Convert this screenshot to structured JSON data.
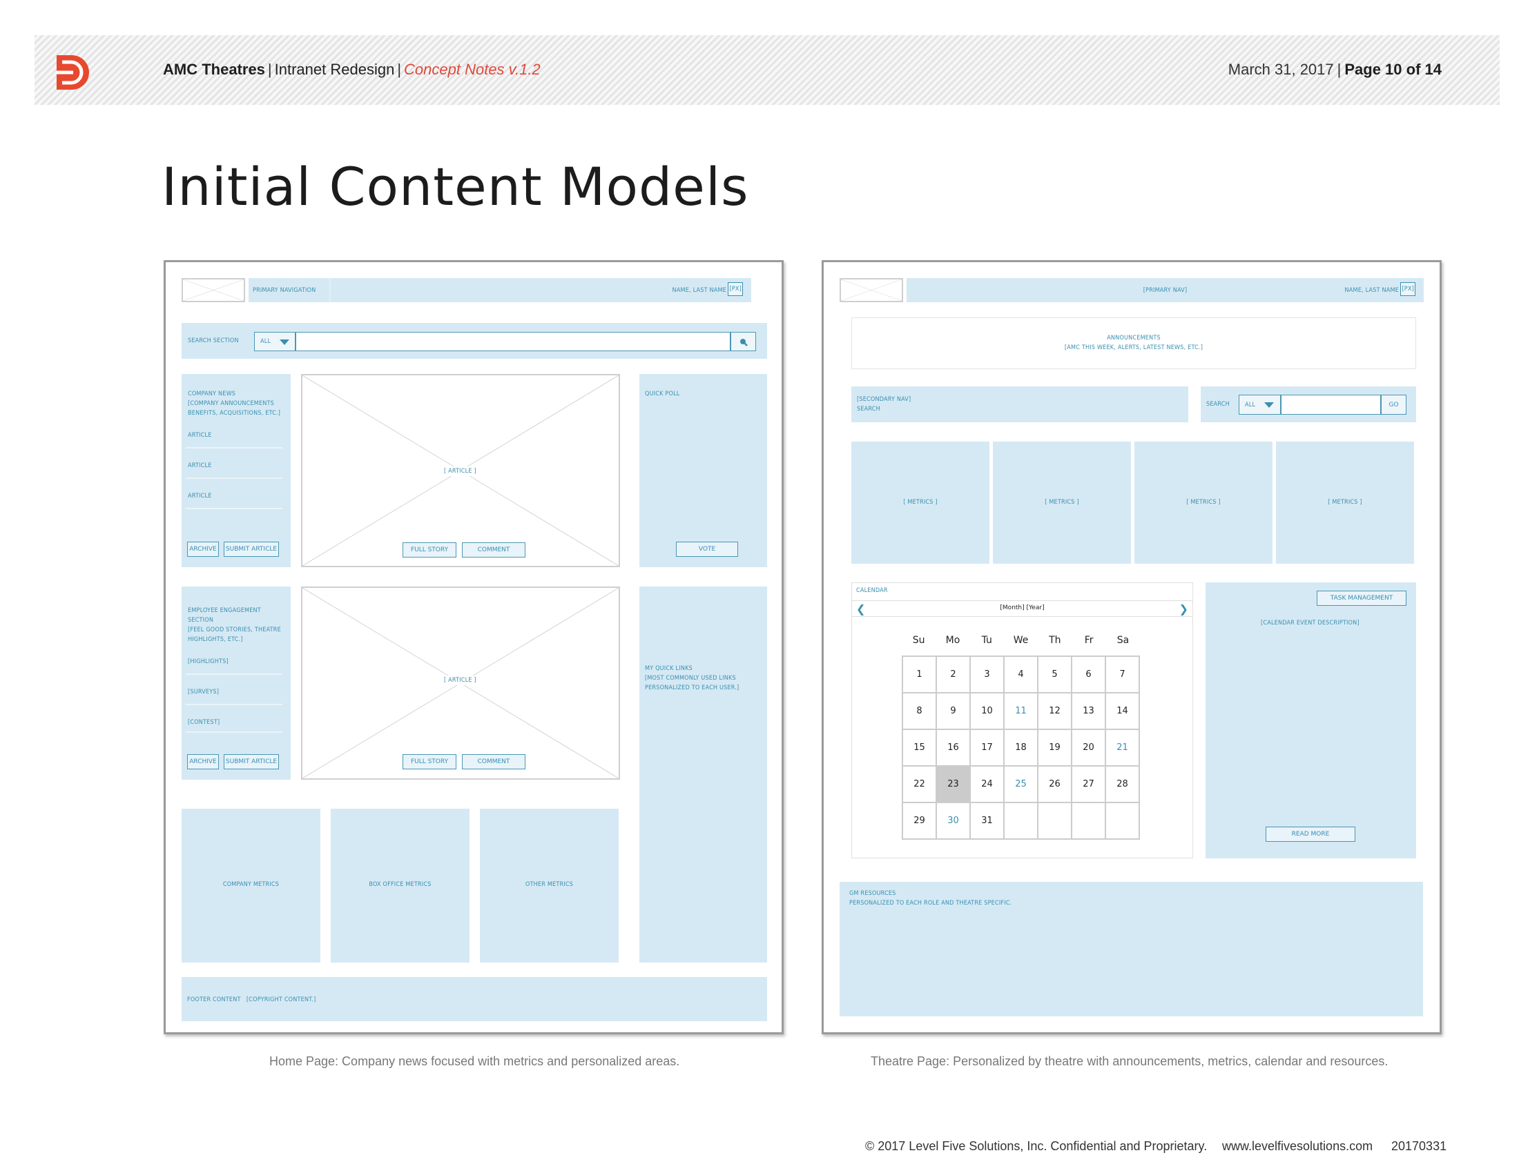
{
  "header": {
    "company": "AMC Theatres",
    "project": "Intranet Redesign",
    "doc": "Concept Notes v.1.2",
    "date": "March 31, 2017",
    "page": "Page 10 of 14",
    "logo_icon": "level-five-logo-icon",
    "brand_color": "#e8482f"
  },
  "title": "Initial Content Models",
  "home": {
    "caption": "Home Page: Company news focused with metrics and personalized areas.",
    "nav": {
      "label": "PRIMARY NAVIGATION",
      "user": "NAME, LAST NAME",
      "avatar": "[PX]"
    },
    "search": {
      "label": "SEARCH SECTION",
      "select": "ALL",
      "value": ""
    },
    "news": {
      "title": "COMPANY NEWS",
      "desc": "[COMPANY ANNOUNCEMENTS BENEFITS, ACQUISITIONS, ETC.]",
      "items": [
        "ARTICLE",
        "ARTICLE",
        "ARTICLE"
      ],
      "archive": "ARCHIVE",
      "submit": "SUBMIT ARTICLE"
    },
    "article1": {
      "label": "[ ARTICLE ]",
      "full": "FULL STORY",
      "comment": "COMMENT"
    },
    "poll": {
      "title": "QUICK POLL",
      "vote": "VOTE"
    },
    "engagement": {
      "title": "EMPLOYEE ENGAGEMENT SECTION",
      "desc": "[FEEL GOOD STORIES, THEATRE HIGHLIGHTS, ETC.]",
      "items": [
        "[HIGHLIGHTS]",
        "[SURVEYS]",
        "[CONTEST]"
      ],
      "archive": "ARCHIVE",
      "submit": "SUBMIT ARTICLE"
    },
    "article2": {
      "label": "[ ARTICLE ]",
      "full": "FULL STORY",
      "comment": "COMMENT"
    },
    "quicklinks": {
      "title": "MY QUICK LINKS",
      "desc": "[MOST COMMONLY USED LINKS PERSONALIZED TO EACH USER.]"
    },
    "metrics": [
      "COMPANY METRICS",
      "BOX OFFICE METRICS",
      "OTHER METRICS"
    ],
    "footer": "FOOTER CONTENT   [COPYRIGHT CONTENT.]"
  },
  "theatre": {
    "caption": "Theatre Page:  Personalized by theatre with announcements, metrics, calendar and resources.",
    "nav": {
      "label": "[PRIMARY NAV]",
      "user": "NAME, LAST NAME",
      "avatar": "[PX]"
    },
    "announcements": {
      "title": "ANNOUNCEMENTS",
      "desc": "[AMC THIS WEEK, ALERTS, LATEST NEWS, ETC.]"
    },
    "secondary": {
      "line1": "[SECONDARY NAV]",
      "line2": "SEARCH"
    },
    "search": {
      "label": "SEARCH",
      "select": "ALL",
      "value": "",
      "go": "GO"
    },
    "metrics": [
      "[ METRICS ]",
      "[ METRICS ]",
      "[ METRICS ]",
      "[ METRICS ]"
    ],
    "calendar": {
      "title": "CALENDAR",
      "month_year": "[Month] [Year]",
      "days": [
        "Su",
        "Mo",
        "Tu",
        "We",
        "Th",
        "Fr",
        "Sa"
      ],
      "weeks": [
        [
          "1",
          "2",
          "3",
          "4",
          "5",
          "6",
          "7"
        ],
        [
          "8",
          "9",
          "10",
          "11",
          "12",
          "13",
          "14"
        ],
        [
          "15",
          "16",
          "17",
          "18",
          "19",
          "20",
          "21"
        ],
        [
          "22",
          "23",
          "24",
          "25",
          "26",
          "27",
          "28"
        ],
        [
          "29",
          "30",
          "31",
          "",
          "",
          "",
          ""
        ]
      ],
      "highlighted": [
        "11",
        "21",
        "25",
        "30"
      ],
      "selected": "23"
    },
    "event": {
      "task": "TASK MANAGEMENT",
      "desc": "[CALENDAR EVENT DESCRIPTION]",
      "read_more": "READ MORE"
    },
    "resources": {
      "title": "GM RESOURCES",
      "desc": "PERSONALIZED TO EACH ROLE AND THEATRE SPECIFIC."
    }
  },
  "footer": {
    "copyright": "© 2017 Level Five Solutions, Inc. Confidential and Proprietary.",
    "url": "www.levelfivesolutions.com",
    "code": "20170331"
  }
}
